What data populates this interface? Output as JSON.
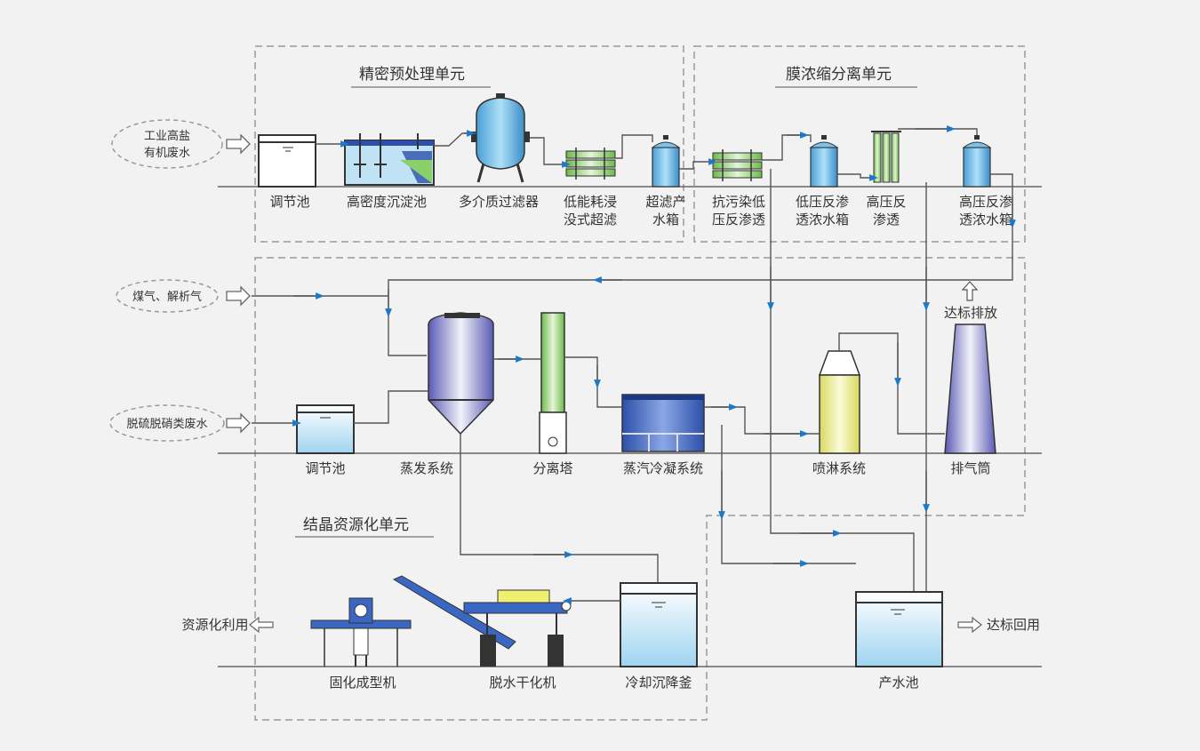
{
  "sections": {
    "pretreatment": "精密预处理单元",
    "membrane": "膜浓缩分离单元",
    "crystallization": "结晶资源化单元"
  },
  "inputs": {
    "industrial": [
      "工业高盐",
      "有机废水"
    ],
    "gas": "煤气、解析气",
    "desulf": "脱硫脱硝类废水"
  },
  "row1": {
    "tank": "调节池",
    "sedimentation": "高密度沉淀池",
    "multimedia": "多介质过滤器",
    "uf": [
      "低能耗浸",
      "没式超滤"
    ],
    "uf_tank": [
      "超滤产",
      "水箱"
    ],
    "anti_ro": [
      "抗污染低",
      "压反渗透"
    ],
    "lp_tank": [
      "低压反渗",
      "透浓水箱"
    ],
    "hp_ro": [
      "高压反",
      "渗透"
    ],
    "hp_tank": [
      "高压反渗",
      "透浓水箱"
    ]
  },
  "row2": {
    "tank": "调节池",
    "evaporation": "蒸发系统",
    "separator": "分离塔",
    "condenser": "蒸汽冷凝系统",
    "spray": "喷淋系统",
    "stack": "排气筒",
    "emission": "达标排放"
  },
  "row3": {
    "solidify": "固化成型机",
    "dewater": "脱水干化机",
    "cooling": "冷却沉降釜",
    "product_pool": "产水池",
    "reuse_out": "资源化利用",
    "reuse_std": "达标回用"
  },
  "colors": {
    "arrow": "#1e78c8",
    "frame": "#999999",
    "equipment_blue": "#3a67c4",
    "tank_fill": "#bfe3f5"
  }
}
